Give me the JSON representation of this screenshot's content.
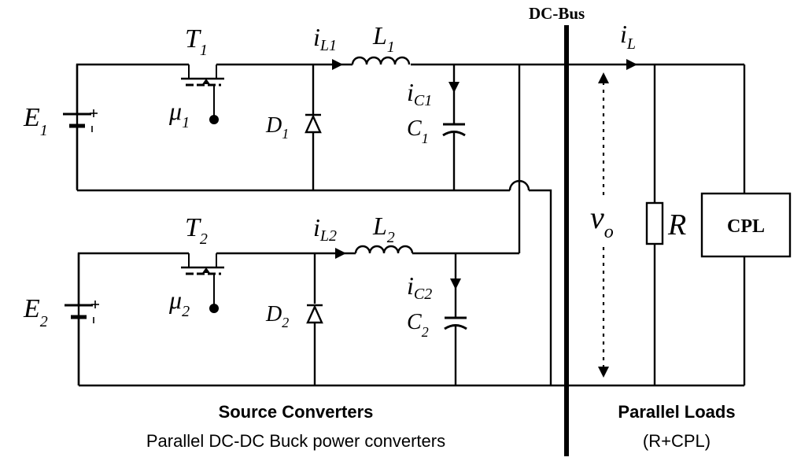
{
  "bus_label": "DC-Bus",
  "converter1": {
    "source": {
      "main": "E",
      "sub": "1"
    },
    "switch": {
      "main": "T",
      "sub": "1"
    },
    "control": {
      "main": "μ",
      "sub": "1"
    },
    "diode": {
      "main": "D",
      "sub": "1"
    },
    "inductor_current": {
      "main": "i",
      "sub": "L1"
    },
    "inductor": {
      "main": "L",
      "sub": "1"
    },
    "cap_current": {
      "main": "i",
      "sub": "C1"
    },
    "capacitor": {
      "main": "C",
      "sub": "1"
    }
  },
  "converter2": {
    "source": {
      "main": "E",
      "sub": "2"
    },
    "switch": {
      "main": "T",
      "sub": "2"
    },
    "control": {
      "main": "μ",
      "sub": "2"
    },
    "diode": {
      "main": "D",
      "sub": "2"
    },
    "inductor_current": {
      "main": "i",
      "sub": "L2"
    },
    "inductor": {
      "main": "L",
      "sub": "2"
    },
    "cap_current": {
      "main": "i",
      "sub": "C2"
    },
    "capacitor": {
      "main": "C",
      "sub": "2"
    }
  },
  "load_current": {
    "main": "i",
    "sub": "L"
  },
  "output_voltage": {
    "main": "v",
    "sub": "o"
  },
  "resistor": "R",
  "cpl": "CPL",
  "captions": {
    "left_title": "Source Converters",
    "left_subtitle": "Parallel DC-DC Buck power converters",
    "right_title": "Parallel Loads",
    "right_subtitle": "(R+CPL)"
  }
}
